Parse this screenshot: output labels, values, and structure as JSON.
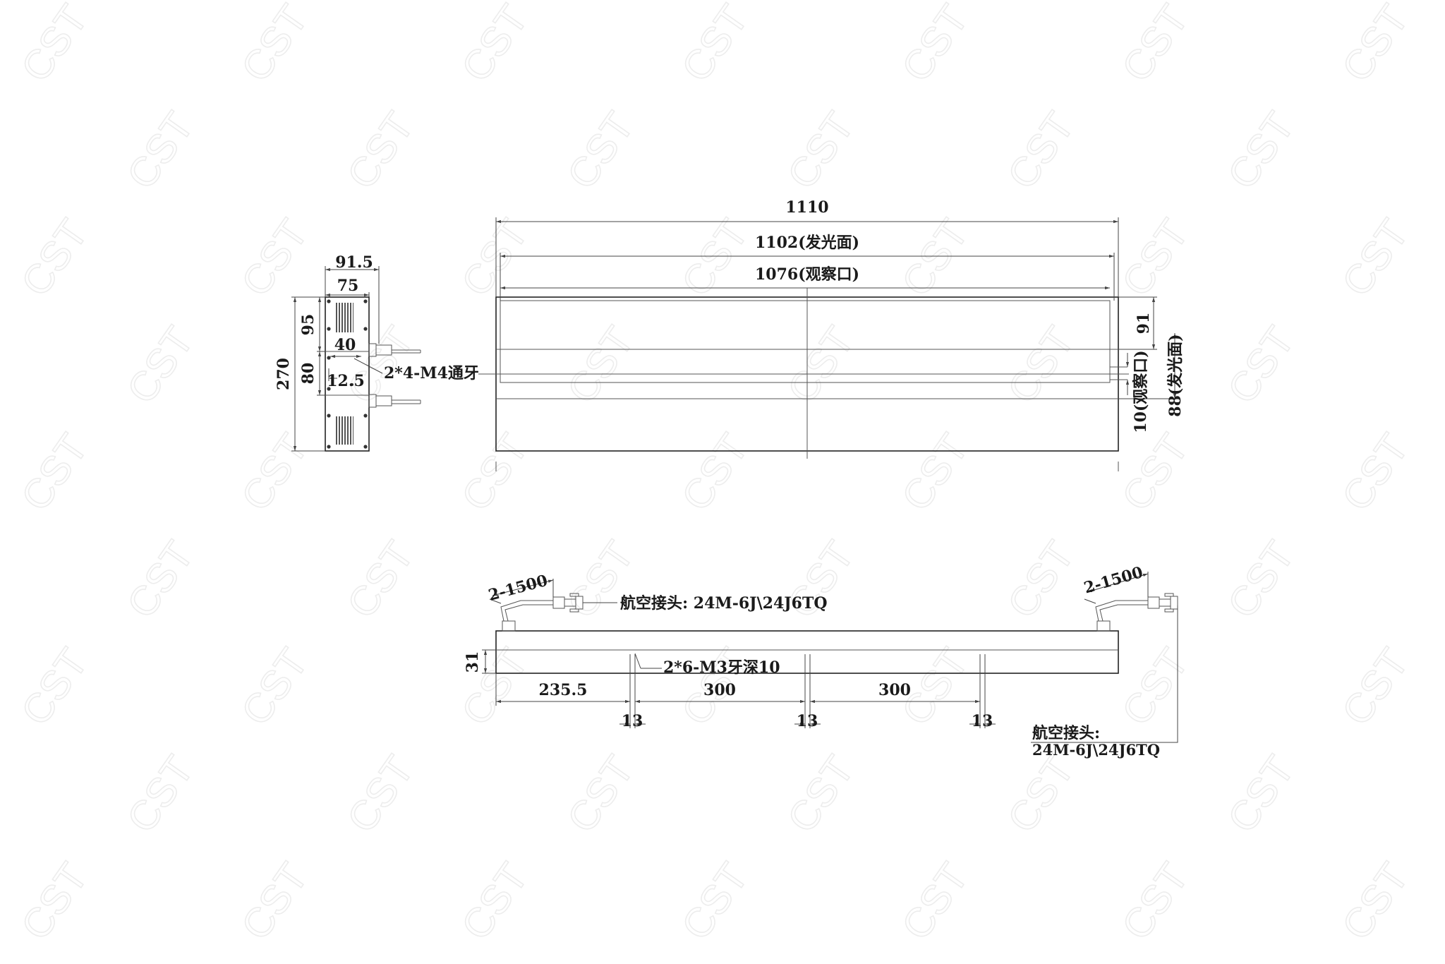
{
  "watermark": {
    "text": "CST",
    "color": "#ededed"
  },
  "top_view": {
    "width_overall": "1110",
    "width_emitting": "1102(发光面)",
    "width_window": "1076(观察口)",
    "height_91": "91",
    "height_emitting": "88(发光面)",
    "window_10": "10(观察口)"
  },
  "side_view": {
    "width_91_5": "91.5",
    "width_75": "75",
    "height_270": "270",
    "height_95": "95",
    "height_80": "80",
    "dim_40": "40",
    "dim_12_5": "12.5",
    "thread_note": "2*4-M4通牙"
  },
  "front_view": {
    "cable_left": "2-1500",
    "cable_right": "2-1500",
    "connector_left": "航空接头: 24M-6J\\24J6TQ",
    "connector_right_line1": "航空接头:",
    "connector_right_line2": "24M-6J\\24J6TQ",
    "height_31": "31",
    "hole_note": "2*6-M3牙深10",
    "dim_235_5": "235.5",
    "dim_300_a": "300",
    "dim_300_b": "300",
    "dim_13_a": "13",
    "dim_13_b": "13",
    "dim_13_c": "13"
  }
}
